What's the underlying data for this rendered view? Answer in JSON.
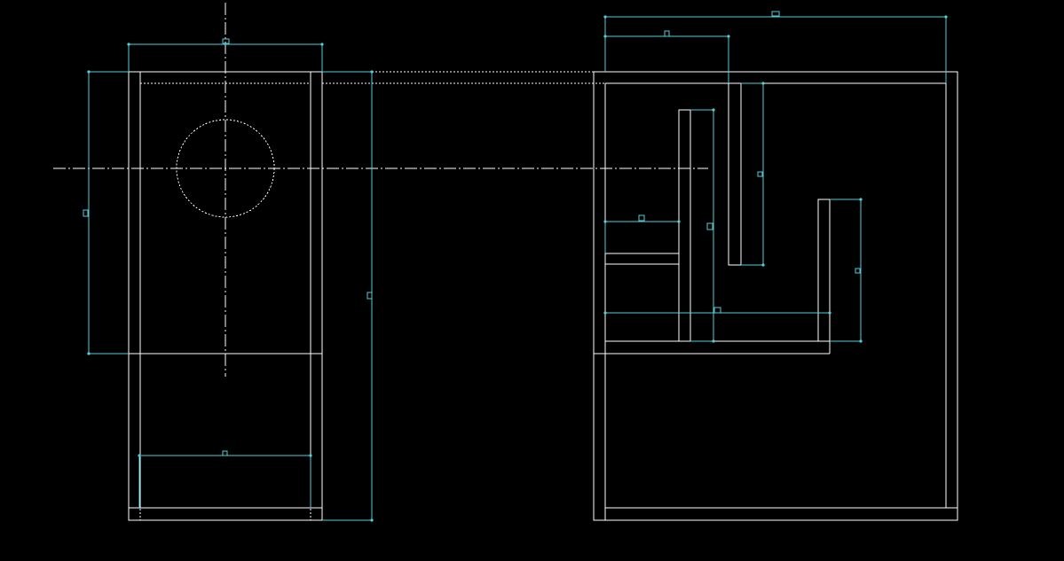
{
  "drawing": {
    "background_color": "#000000",
    "geometry_color": "#ffffff",
    "dimension_color": "#4fd1d9",
    "hidden_line_style": "dotted",
    "center_line_style": "dash-dot",
    "dimension_text_visible": false
  },
  "views": [
    {
      "name": "left-view",
      "features": [
        "outer-frame",
        "hidden-inner-edges",
        "hidden-circular-hole",
        "center-lines",
        "bottom-slot",
        "base-plate"
      ]
    },
    {
      "name": "right-view",
      "features": [
        "outer-frame",
        "inner-frame",
        "vertical-panels",
        "shelf",
        "u-channel",
        "base-plate"
      ]
    }
  ]
}
